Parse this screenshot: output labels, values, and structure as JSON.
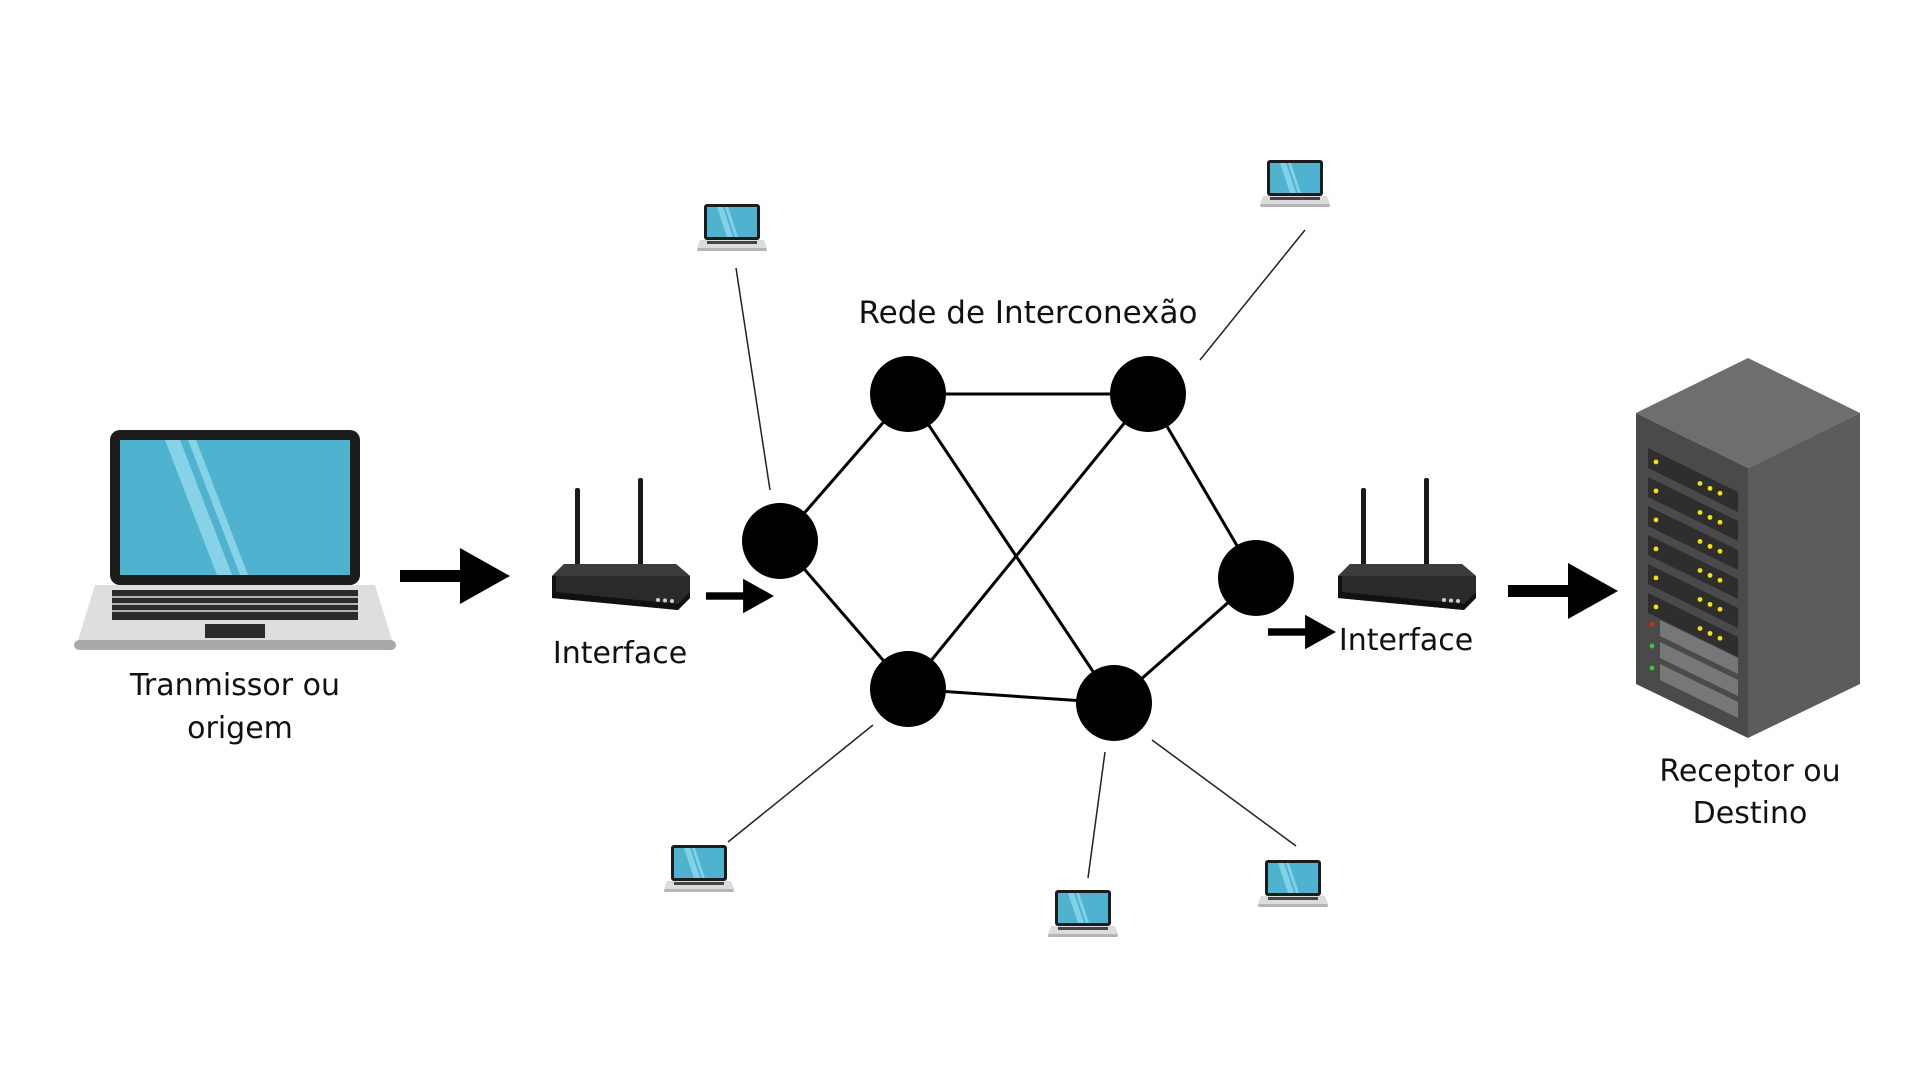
{
  "network": {
    "title": "Rede de Interconexão",
    "nodes": [
      {
        "id": "n1"
      },
      {
        "id": "n2"
      },
      {
        "id": "n3"
      },
      {
        "id": "n4"
      },
      {
        "id": "n5"
      },
      {
        "id": "n6"
      },
      {
        "id": "n7"
      }
    ],
    "edges": [
      [
        "n1",
        "n2"
      ],
      [
        "n1",
        "n5"
      ],
      [
        "n2",
        "n3"
      ],
      [
        "n2",
        "n6"
      ],
      [
        "n3",
        "n5"
      ],
      [
        "n3",
        "n4"
      ],
      [
        "n5",
        "n6"
      ],
      [
        "n4",
        "n6"
      ]
    ]
  },
  "sender": {
    "label_line1": "Tranmissor ou",
    "label_line2": "origem",
    "icon": "laptop-icon"
  },
  "interface_in": {
    "label": "Interface",
    "icon": "router-icon"
  },
  "interface_out": {
    "label": "Interface",
    "icon": "router-icon"
  },
  "receiver": {
    "label_line1": "Receptor ou",
    "label_line2": "Destino",
    "icon": "server-rack-icon"
  },
  "colors": {
    "screen": "#4fb3cf",
    "screen_shine": "#8fd8ec",
    "laptop_body": "#d9d9d9",
    "laptop_frame": "#1c1c1c",
    "node": "#000000",
    "server_front": "#4a4a4a",
    "server_side": "#5c5c5c",
    "server_top": "#6e6e6e",
    "led_yellow": "#f2e30f",
    "led_green": "#33cc33",
    "led_red": "#e02020"
  }
}
